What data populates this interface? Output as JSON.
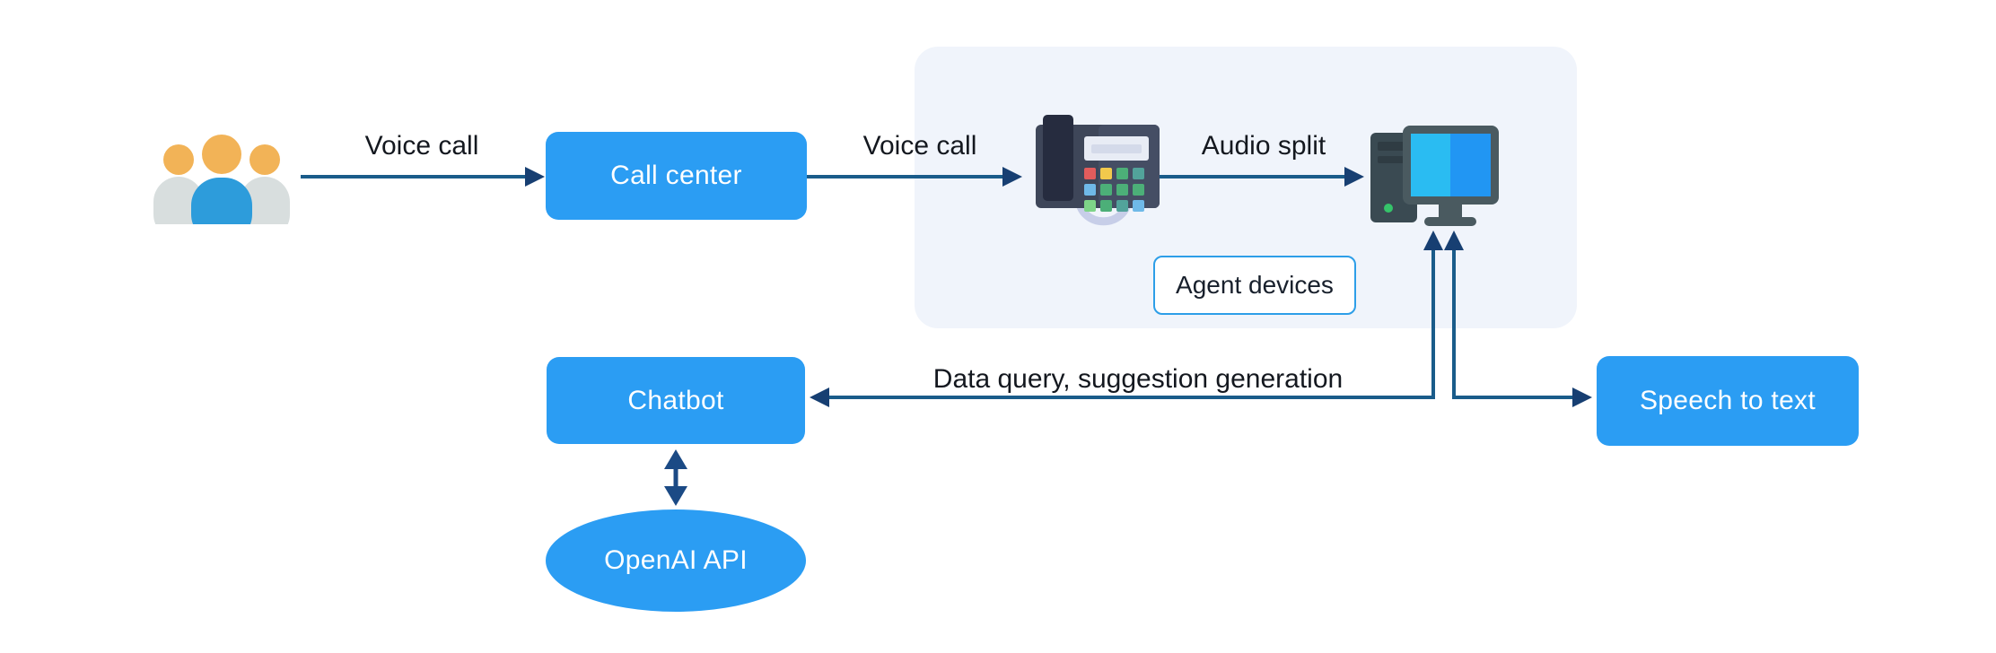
{
  "diagram_type": "flowchart",
  "colors": {
    "node_fill": "#2b9df3",
    "node_text": "#ffffff",
    "panel_fill": "#f0f4fb",
    "arrow_line": "#1a5c8a",
    "arrow_head": "#173f72",
    "label_text": "#14181f",
    "tag_border": "#2d9ee8",
    "people_head": "#f2b357",
    "people_body_center": "#2d9cdb",
    "people_body_side": "#d8dede",
    "phone_body": "#3e4659",
    "computer_screen_left": "#2abcf2",
    "computer_screen_right": "#2196f3"
  },
  "nodes": {
    "users": {
      "icon": "users-icon",
      "label": ""
    },
    "call_center": {
      "label": "Call center"
    },
    "phone": {
      "icon": "desk-phone-icon",
      "label": ""
    },
    "computer": {
      "icon": "desktop-computer-icon",
      "label": ""
    },
    "agent_devices": {
      "label": "Agent devices"
    },
    "speech_to_text": {
      "label": "Speech to text"
    },
    "chatbot": {
      "label": "Chatbot"
    },
    "openai_api": {
      "label": "OpenAI API"
    }
  },
  "edges": [
    {
      "id": "users-to-call-center",
      "label": "Voice call",
      "direction": "right"
    },
    {
      "id": "call-center-to-phone",
      "label": "Voice call",
      "direction": "right"
    },
    {
      "id": "phone-to-computer",
      "label": "Audio split",
      "direction": "right"
    },
    {
      "id": "computer-to-chatbot",
      "label": "Data query, suggestion generation",
      "direction": "bidirectional"
    },
    {
      "id": "computer-to-speech-to-text",
      "label": "",
      "direction": "bidirectional"
    },
    {
      "id": "chatbot-to-openai-api",
      "label": "",
      "direction": "bidirectional"
    }
  ]
}
